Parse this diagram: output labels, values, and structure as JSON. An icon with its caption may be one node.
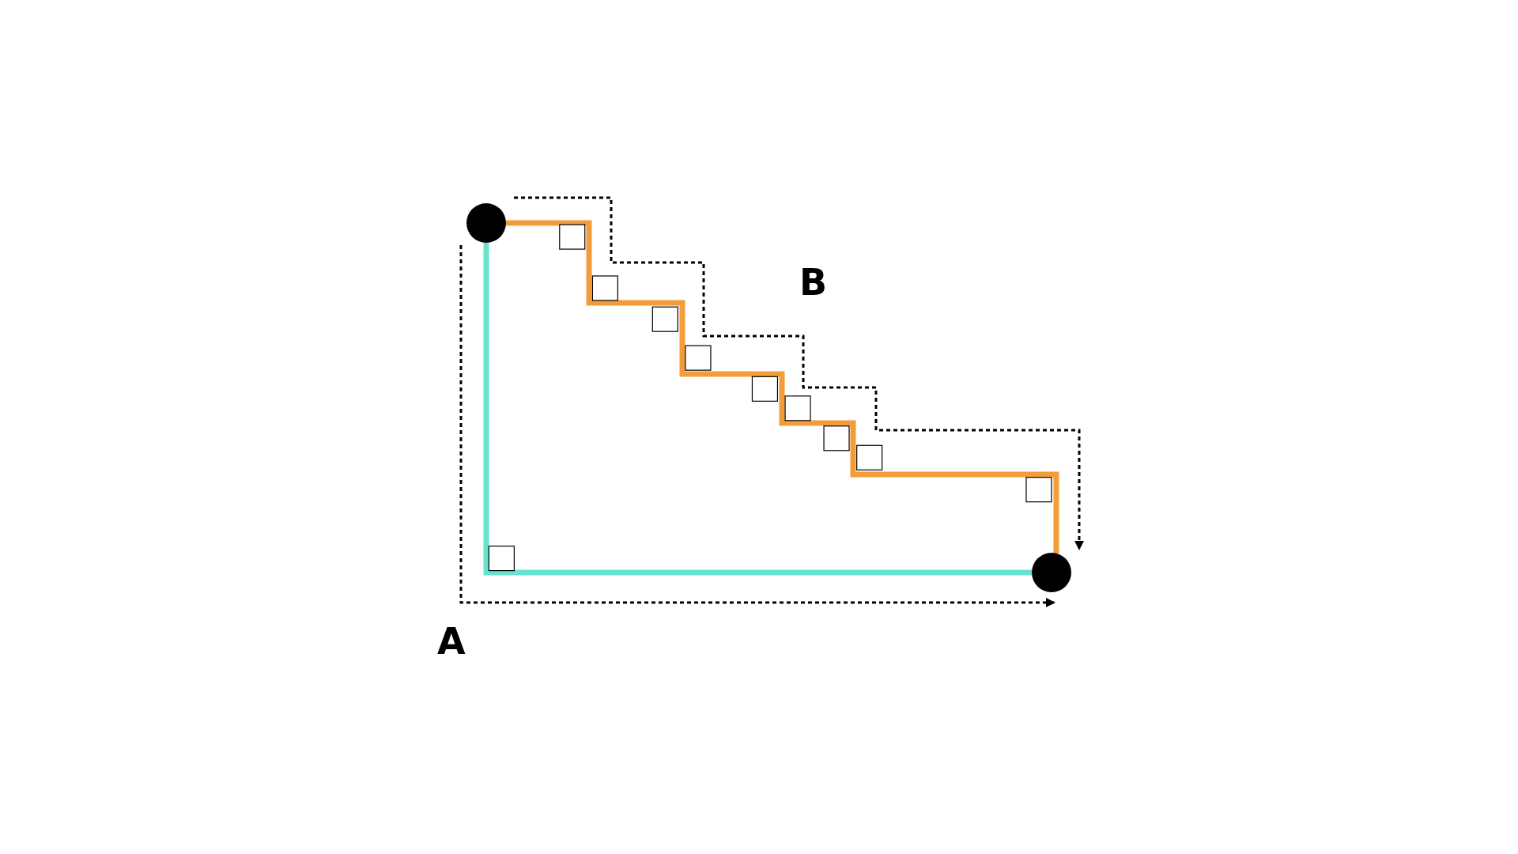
{
  "diagram": {
    "nodes": [
      {
        "text": [],
        "shape": "circle"
      },
      {
        "text": [],
        "shape": "circle"
      }
    ],
    "edges": [
      {
        "from": 0,
        "to": 1,
        "arrow": "none",
        "style": "thick",
        "color": "#66e3cc"
      },
      {
        "from": 0,
        "to": 1,
        "arrow": "none",
        "style": "thick",
        "color": "#f39c3a"
      },
      {
        "from": 0,
        "to": 1,
        "arrow": "to",
        "style": "dashed"
      },
      {
        "from": 0,
        "to": 1,
        "arrow": "to",
        "style": "dashed"
      }
    ],
    "labels": [
      "A",
      "B"
    ]
  }
}
